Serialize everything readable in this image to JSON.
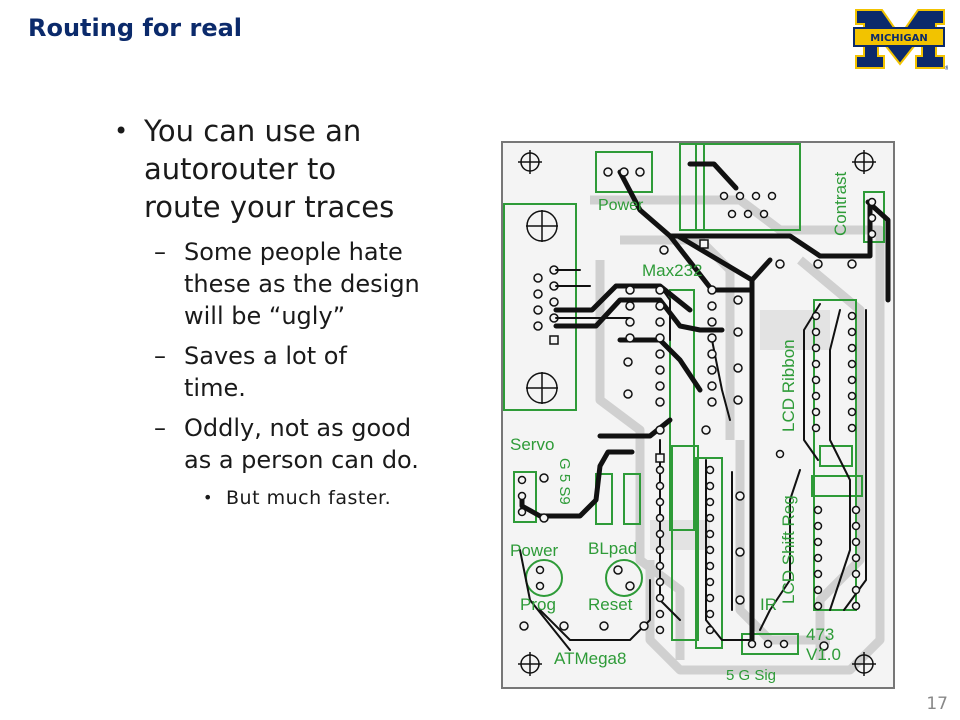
{
  "slide": {
    "title": "Routing for real",
    "page_number": "17"
  },
  "logo": {
    "text": "MICHIGAN"
  },
  "bullets": {
    "main": "You can use an autorouter to route your traces",
    "sub1_line1": "Some people hate",
    "sub1_line2": "these as the design",
    "sub1_line3": "will be “ugly”",
    "sub2_line1": "Saves a lot of",
    "sub2_line2": "time.",
    "sub3_line1": "Oddly, not as good",
    "sub3_line2": "as a person can do.",
    "subsub": "But much faster."
  },
  "main_lines": [
    "You can use an",
    "autorouter to",
    "route your traces"
  ],
  "board_labels": {
    "power_top": "Power",
    "contrast": "Contrast",
    "max232": "Max232",
    "lcd_ribbon": "LCD Ribbon",
    "servo": "Servo",
    "g5s9": "G 5 S9",
    "lcd_shift_reg": "LCD Shift Reg",
    "power_bottom": "Power",
    "blpad": "BLpad",
    "prog": "Prog",
    "reset": "Reset",
    "ir": "IR",
    "v473": "473",
    "v10": "V1.0",
    "atmega8": "ATMega8",
    "g5s9_bottom": "5 G Sig"
  },
  "colors": {
    "title": "#0b2a6b",
    "silkscreen": "#2e9b38",
    "copper": "#111111",
    "ground_fill": "#d0d0d0",
    "board_bg": "#f4f4f4",
    "logo_blue": "#0b2a6b",
    "logo_maize": "#f2c300"
  }
}
